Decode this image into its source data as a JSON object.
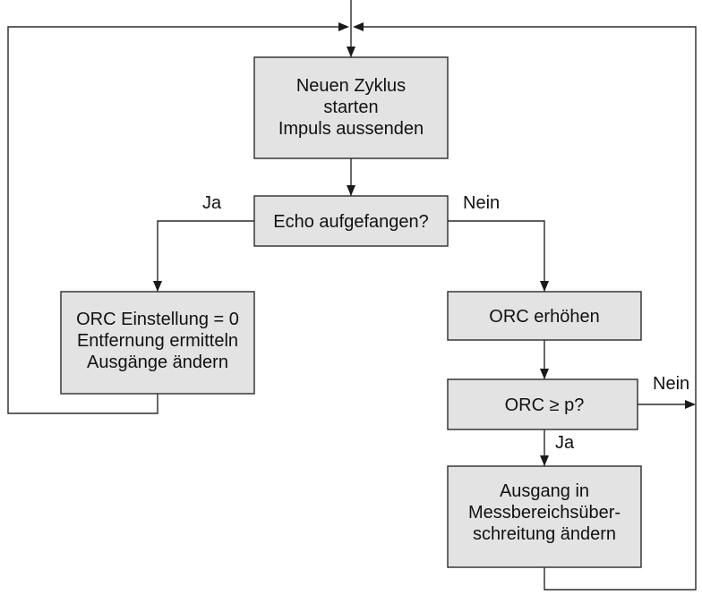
{
  "diagram": {
    "nodes": {
      "start_cycle": [
        "Neuen Zyklus",
        "starten",
        "Impuls aussenden"
      ],
      "echo_decision": [
        "Echo aufgefangen?"
      ],
      "orc_reset": [
        "ORC Einstellung = 0",
        "Entfernung ermitteln",
        "Ausgänge ändern"
      ],
      "orc_increase": [
        "ORC erhöhen"
      ],
      "orc_decision": [
        "ORC ≥ p?"
      ],
      "overrange_output": [
        "Ausgang in",
        "Messbereichsüber-",
        "schreitung ändern"
      ]
    },
    "edge_labels": {
      "echo_yes": "Ja",
      "echo_no": "Nein",
      "orc_no": "Nein",
      "orc_yes": "Ja"
    }
  }
}
